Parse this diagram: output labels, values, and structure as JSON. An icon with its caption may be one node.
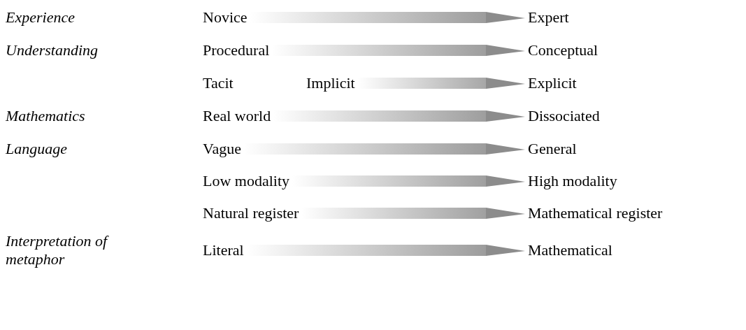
{
  "diagram": {
    "nodes": [
      {
        "text": [
          "Novice"
        ]
      },
      {
        "text": [
          "Expert"
        ]
      },
      {
        "text": [
          "Procedural"
        ]
      },
      {
        "text": [
          "Conceptual"
        ]
      },
      {
        "text": [
          "Implicit"
        ]
      },
      {
        "text": [
          "Explicit"
        ]
      },
      {
        "text": [
          "Real world"
        ]
      },
      {
        "text": [
          "Dissociated"
        ]
      },
      {
        "text": [
          "Vague"
        ]
      },
      {
        "text": [
          "General"
        ]
      },
      {
        "text": [
          "Low modality"
        ]
      },
      {
        "text": [
          "High modality"
        ]
      },
      {
        "text": [
          "Natural register"
        ]
      },
      {
        "text": [
          "Mathematical register"
        ]
      },
      {
        "text": [
          "Literal"
        ]
      },
      {
        "text": [
          "Mathematical"
        ]
      }
    ],
    "edges": [
      {
        "from": 0,
        "to": 1,
        "arrow": "to"
      },
      {
        "from": 2,
        "to": 3,
        "arrow": "to"
      },
      {
        "from": 4,
        "to": 5,
        "arrow": "to"
      },
      {
        "from": 6,
        "to": 7,
        "arrow": "to"
      },
      {
        "from": 8,
        "to": 9,
        "arrow": "to"
      },
      {
        "from": 10,
        "to": 11,
        "arrow": "to"
      },
      {
        "from": 12,
        "to": 13,
        "arrow": "to"
      },
      {
        "from": 14,
        "to": 15,
        "arrow": "to"
      }
    ],
    "labels": [
      "Experience",
      "Understanding",
      "Tacit",
      "Mathematics",
      "Language",
      "Interpretation of metaphor"
    ]
  }
}
